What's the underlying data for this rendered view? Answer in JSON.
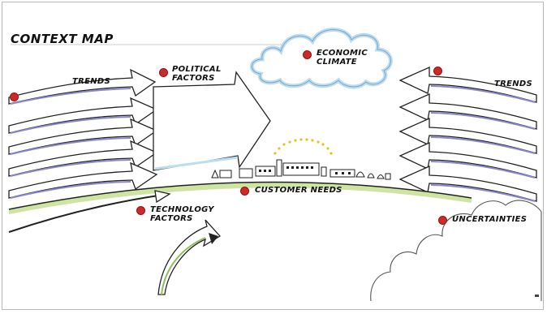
{
  "title": "CONTEXT MAP",
  "labels": {
    "trends_left": "TRENDS",
    "trends_right": "TRENDS",
    "political_line1": "POLITICAL",
    "political_line2": "FACTORS",
    "economic_line1": "ECONOMIC",
    "economic_line2": "CLIMATE",
    "customer_needs": "CUSTOMER NEEDS",
    "technology_line1": "TECHNOLOGY",
    "technology_line2": "FACTORS",
    "uncertainties": "UNCERTAINTIES"
  },
  "colors": {
    "marker": "#cc2a2a",
    "arrow_shadow": "#8a88c8",
    "horizon_fill": "#cde4a2",
    "cloud_fill": "#bcdcf0",
    "sun": "#e6c21a"
  }
}
